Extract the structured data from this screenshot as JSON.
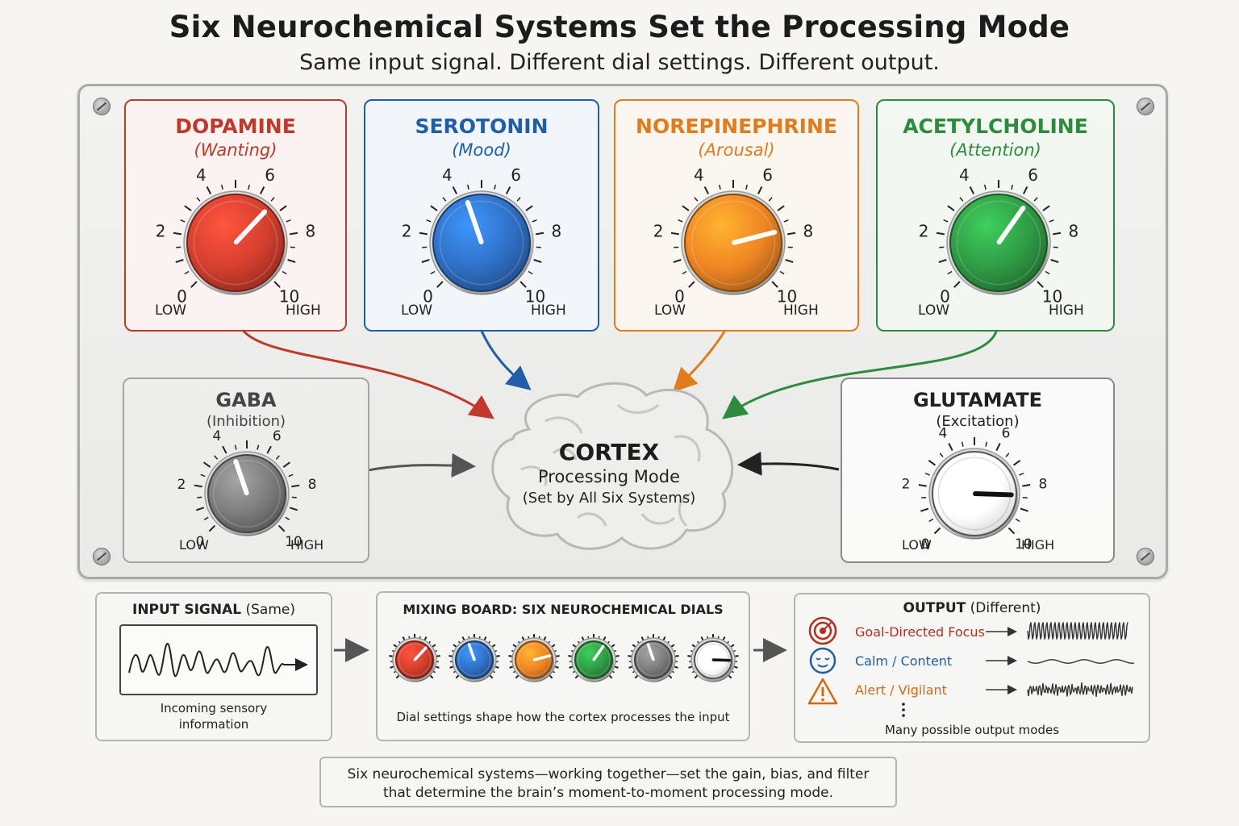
{
  "title": "Six Neurochemical Systems Set the Processing Mode",
  "subtitle": "Same input signal. Different dial settings. Different output.",
  "scale": {
    "labels": [
      "0",
      "2",
      "4",
      "6",
      "8",
      "10"
    ],
    "low": "LOW",
    "high": "HIGH"
  },
  "systems": [
    {
      "name": "DOPAMINE",
      "role": "(Wanting)",
      "level": 6.6,
      "color": "#c0392b",
      "knob": "#d43f2e"
    },
    {
      "name": "SEROTONIN",
      "role": "(Mood)",
      "level": 4.3,
      "color": "#1f5fa8",
      "knob": "#2f6fc4"
    },
    {
      "name": "NOREPINEPHRINE",
      "role": "(Arousal)",
      "level": 7.8,
      "color": "#e07b1e",
      "knob": "#ef8524"
    },
    {
      "name": "ACETYLCHOLINE",
      "role": "(Attention)",
      "level": 6.3,
      "color": "#2e8b3e",
      "knob": "#2f9a45"
    },
    {
      "name": "GABA",
      "role": "(Inhibition)",
      "level": 4.3,
      "color": "#444444",
      "knob": "#7b7b7b"
    },
    {
      "name": "GLUTAMATE",
      "role": "(Excitation)",
      "level": 8.4,
      "color": "#222222",
      "knob": "#ffffff"
    }
  ],
  "cortex": {
    "title": "CORTEX",
    "line1": "Processing Mode",
    "line2": "(Set by All Six Systems)"
  },
  "input": {
    "title_bold": "INPUT SIGNAL",
    "title_rest": " (Same)",
    "caption": "Incoming sensory information"
  },
  "mixing": {
    "title": "MIXING BOARD: SIX NEUROCHEMICAL DIALS",
    "caption": "Dial settings shape how the cortex processes the input"
  },
  "output": {
    "title_bold": "OUTPUT",
    "title_rest": " (Different)",
    "modes": [
      {
        "label": "Goal-Directed Focus",
        "color": "#b03022",
        "icon": "target-icon"
      },
      {
        "label": "Calm / Content",
        "color": "#1f5fa8",
        "icon": "calm-face-icon"
      },
      {
        "label": "Alert / Vigilant",
        "color": "#d06a14",
        "icon": "warning-icon"
      }
    ],
    "caption": "Many possible output modes"
  },
  "caption_line1": "Six neurochemical systems—working together—set the gain, bias, and filter",
  "caption_line2": "that determine the brain’s moment-to-moment processing mode."
}
